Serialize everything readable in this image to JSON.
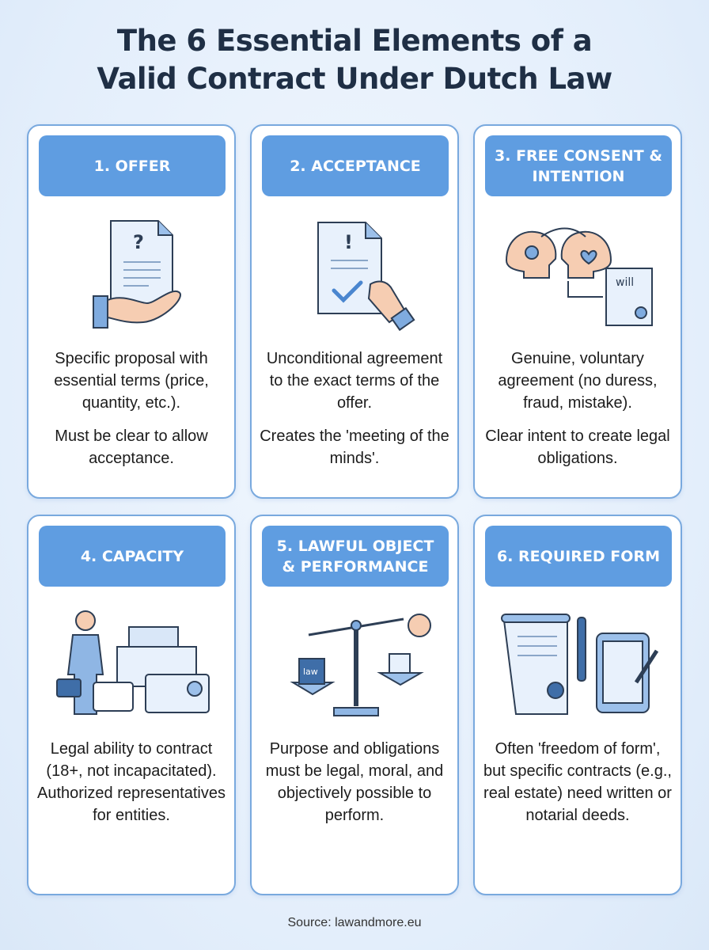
{
  "title_line1": "The 6 Essential Elements of a",
  "title_line2": "Valid Contract Under Dutch Law",
  "cards": [
    {
      "heading": "1. OFFER",
      "p1": "Specific proposal with essential terms (price, quantity, etc.).",
      "p2": "Must be clear to allow acceptance.",
      "icon_label": "?"
    },
    {
      "heading": "2. ACCEPTANCE",
      "p1": "Unconditional agreement to the exact terms of the offer.",
      "p2": "Creates the 'meeting of the minds'.",
      "icon_label": "!"
    },
    {
      "heading": "3. FREE CONSENT & INTENTION",
      "p1": "Genuine, voluntary agreement (no duress, fraud, mistake).",
      "p2": "Clear intent to create legal obligations.",
      "icon_label": "will"
    },
    {
      "heading": "4. CAPACITY",
      "p1": "Legal ability to contract (18+, not incapacitated). Authorized representatives for entities."
    },
    {
      "heading": "5. LAWFUL OBJECT & PERFORMANCE",
      "p1": "Purpose and obligations must be legal, moral, and objectively possible to perform.",
      "icon_label": "law"
    },
    {
      "heading": "6. REQUIRED FORM",
      "p1": "Often 'freedom of form', but specific contracts (e.g., real estate) need written or notarial deeds."
    }
  ],
  "source": "Source: lawandmore.eu",
  "colors": {
    "header": "#5f9de1",
    "border": "#79a9de",
    "title": "#1f2f45"
  }
}
